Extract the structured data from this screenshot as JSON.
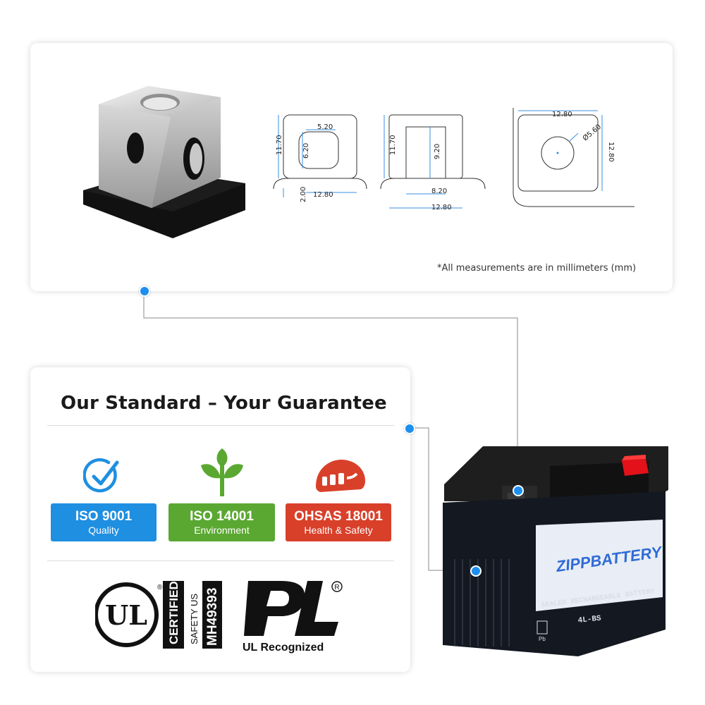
{
  "drawings": {
    "left": {
      "top_width": "5.20",
      "hole_height": "6.20",
      "height": "11.70",
      "base_width": "12.80",
      "base_offset": "2.00"
    },
    "middle": {
      "height": "11.70",
      "inner_height": "9.20",
      "inner_width": "8.20",
      "outer_width": "12.80"
    },
    "right": {
      "width": "12.80",
      "height": "12.80",
      "hole_diameter": "Ø5.60"
    }
  },
  "note": "*All measurements are in millimeters (mm)",
  "heading": "Our Standard – Your Guarantee",
  "badges": [
    {
      "title": "ISO 9001",
      "subtitle": "Quality",
      "color": "#1e8fe1",
      "icon": "checkmark-icon"
    },
    {
      "title": "ISO 14001",
      "subtitle": "Environment",
      "color": "#5aa832",
      "icon": "leaf-icon"
    },
    {
      "title": "OHSAS 18001",
      "subtitle": "Health & Safety",
      "color": "#d9402a",
      "icon": "hardhat-icon"
    }
  ],
  "ul_mark": {
    "letters": "UL",
    "certified": "CERTIFIED",
    "safety": "SAFETY US",
    "number": "MH49393"
  },
  "ul_recognized": "UL Recognized",
  "battery": {
    "brand": "ZIPPBATTERY",
    "subtitle": "SEALED RECHARGEABLE BATTERY",
    "model": "4L-BS",
    "pb": "Pb"
  },
  "accent_color": "#1c8ff0"
}
